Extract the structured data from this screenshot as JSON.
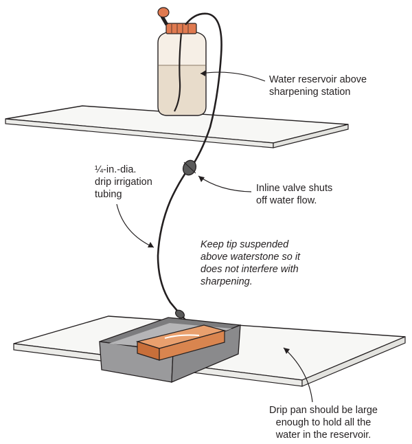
{
  "labels": {
    "reservoir": [
      "Water reservoir above",
      "sharpening station"
    ],
    "tubing": [
      "¼-in.-dia.",
      "drip irrigation",
      "tubing"
    ],
    "valve": [
      "Inline valve shuts",
      "off water flow."
    ],
    "tip": [
      "Keep tip suspended",
      "above waterstone so it",
      "does not interfere with",
      "sharpening."
    ],
    "pan": [
      "Drip pan should be large",
      "enough to hold all the",
      "water in the reservoir."
    ]
  },
  "colors": {
    "ink": "#231f20",
    "shelf": "#f7f7f5",
    "water": "#e8dccb",
    "cap": "#e07a50",
    "pan": "#9a9a9c",
    "stone": "#d9854f"
  }
}
